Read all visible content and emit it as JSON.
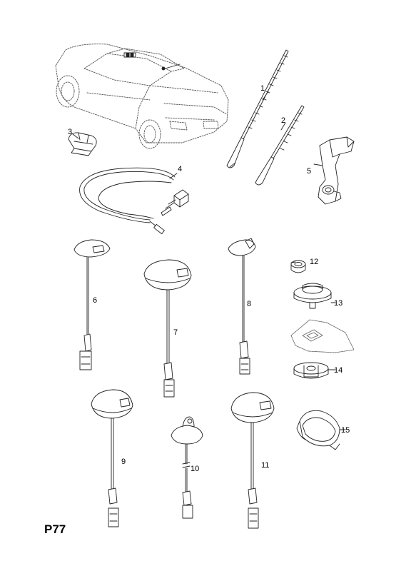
{
  "page_code": "P77",
  "parts": [
    {
      "callout": "1"
    },
    {
      "callout": "2"
    },
    {
      "callout": "3"
    },
    {
      "callout": "4"
    },
    {
      "callout": "5"
    },
    {
      "callout": "6"
    },
    {
      "callout": "7"
    },
    {
      "callout": "8"
    },
    {
      "callout": "9"
    },
    {
      "callout": "10"
    },
    {
      "callout": "11"
    },
    {
      "callout": "12"
    },
    {
      "callout": "13"
    },
    {
      "callout": "14"
    },
    {
      "callout": "15"
    }
  ]
}
